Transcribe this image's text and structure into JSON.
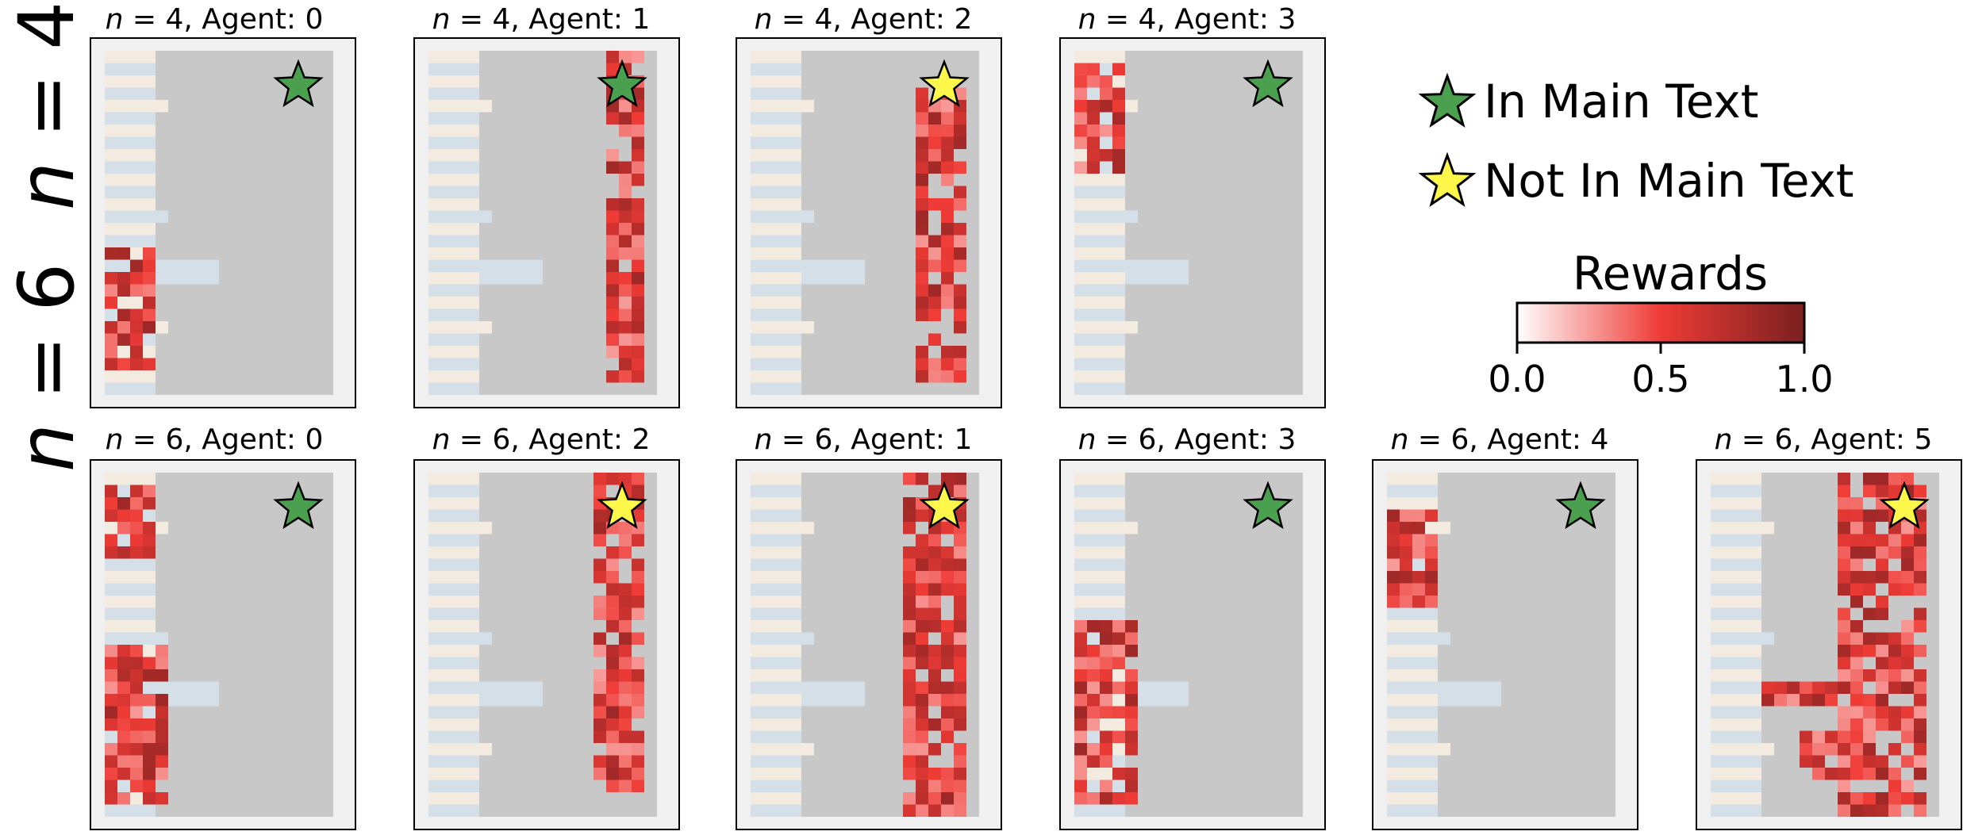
{
  "rows": [
    {
      "label_var": "n",
      "label_eq": " = 4",
      "panels": [
        {
          "title_var": "n",
          "title_rest": " = 4, Agent: 0",
          "star": "green"
        },
        {
          "title_var": "n",
          "title_rest": " = 4, Agent: 1",
          "star": "green"
        },
        {
          "title_var": "n",
          "title_rest": " = 4, Agent: 2",
          "star": "yellow"
        },
        {
          "title_var": "n",
          "title_rest": " = 4, Agent: 3",
          "star": "green"
        }
      ]
    },
    {
      "label_var": "n",
      "label_eq": " = 6",
      "panels": [
        {
          "title_var": "n",
          "title_rest": " = 6, Agent: 0",
          "star": "green"
        },
        {
          "title_var": "n",
          "title_rest": " = 6, Agent: 2",
          "star": "yellow"
        },
        {
          "title_var": "n",
          "title_rest": " = 6, Agent: 1",
          "star": "yellow"
        },
        {
          "title_var": "n",
          "title_rest": " = 6, Agent: 3",
          "star": "green"
        },
        {
          "title_var": "n",
          "title_rest": " = 6, Agent: 4",
          "star": "green"
        },
        {
          "title_var": "n",
          "title_rest": " = 6, Agent: 5",
          "star": "yellow"
        }
      ]
    }
  ],
  "legend": {
    "items": [
      {
        "label": "In Main Text",
        "color": "#4aa04e",
        "star": "green"
      },
      {
        "label": "Not In Main Text",
        "color": "#fff84a",
        "star": "yellow"
      }
    ]
  },
  "colorbar": {
    "title": "Rewards",
    "ticks": [
      "0.0",
      "0.5",
      "1.0"
    ],
    "colors": [
      "#ffffff",
      "#ef3b36",
      "#7a2020"
    ]
  },
  "colors": {
    "floor": "#c8c8c8",
    "frame": "#f0f0f0",
    "shelf_tan": "#f4ebe0",
    "shelf_blue": "#d5dfe8",
    "star_green": "#4aa04e",
    "star_yellow": "#fff84a"
  }
}
